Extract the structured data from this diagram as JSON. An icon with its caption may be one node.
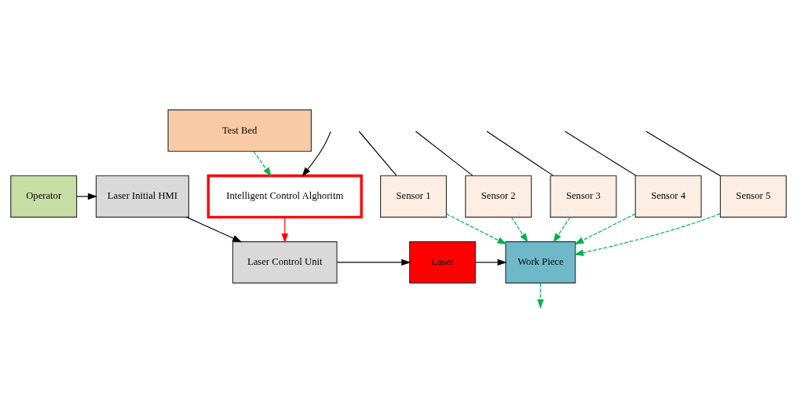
{
  "diagram": {
    "nodes": [
      {
        "text": [
          "Operator"
        ]
      },
      {
        "text": [
          "Laser Initial HMI"
        ]
      },
      {
        "text": [
          "Sensor 1"
        ]
      },
      {
        "text": [
          "Sensor 2"
        ]
      },
      {
        "text": [
          "Sensor 3"
        ]
      },
      {
        "text": [
          "Sensor 4"
        ]
      },
      {
        "text": [
          "Sensor 5"
        ]
      },
      {
        "text": [
          "Laser Control Unit"
        ]
      },
      {
        "text": [
          "Laser"
        ]
      },
      {
        "text": [
          "Work Piece"
        ]
      },
      {
        "text": [
          "Test Bed"
        ]
      },
      {
        "text": [
          "Intelligent Control Alghoritm"
        ]
      }
    ],
    "edges": [
      {
        "from": 0,
        "to": 1,
        "arrow": "to"
      },
      {
        "from": 1,
        "to": 7,
        "arrow": "to"
      },
      {
        "from": 7,
        "to": 8,
        "arrow": "to"
      },
      {
        "from": 8,
        "to": 9,
        "arrow": "to"
      },
      {
        "from": 2,
        "to": null,
        "arrow": "none"
      },
      {
        "from": 3,
        "to": null,
        "arrow": "none"
      },
      {
        "from": 4,
        "to": null,
        "arrow": "none"
      },
      {
        "from": 5,
        "to": null,
        "arrow": "none"
      },
      {
        "from": 6,
        "to": null,
        "arrow": "none"
      },
      {
        "from": 2,
        "to": 9,
        "arrow": "to",
        "style": "dashed",
        "color": "#00b050"
      },
      {
        "from": 3,
        "to": 9,
        "arrow": "to",
        "style": "dashed",
        "color": "#00b050"
      },
      {
        "from": 4,
        "to": 9,
        "arrow": "to",
        "style": "dashed",
        "color": "#00b050"
      },
      {
        "from": 5,
        "to": 9,
        "arrow": "to",
        "style": "dashed",
        "color": "#00b050"
      },
      {
        "from": 6,
        "to": 9,
        "arrow": "to",
        "style": "dashed",
        "color": "#00b050"
      },
      {
        "from": 9,
        "to": null,
        "arrow": "to",
        "style": "dashed",
        "color": "#00b050"
      },
      {
        "from": 10,
        "to": 11,
        "arrow": "to",
        "style": "dashed",
        "color": "#00b050"
      },
      {
        "from": 11,
        "to": 7,
        "arrow": "to",
        "color": "#ff0000"
      },
      {
        "from": null,
        "to": 11,
        "arrow": "to"
      }
    ]
  }
}
